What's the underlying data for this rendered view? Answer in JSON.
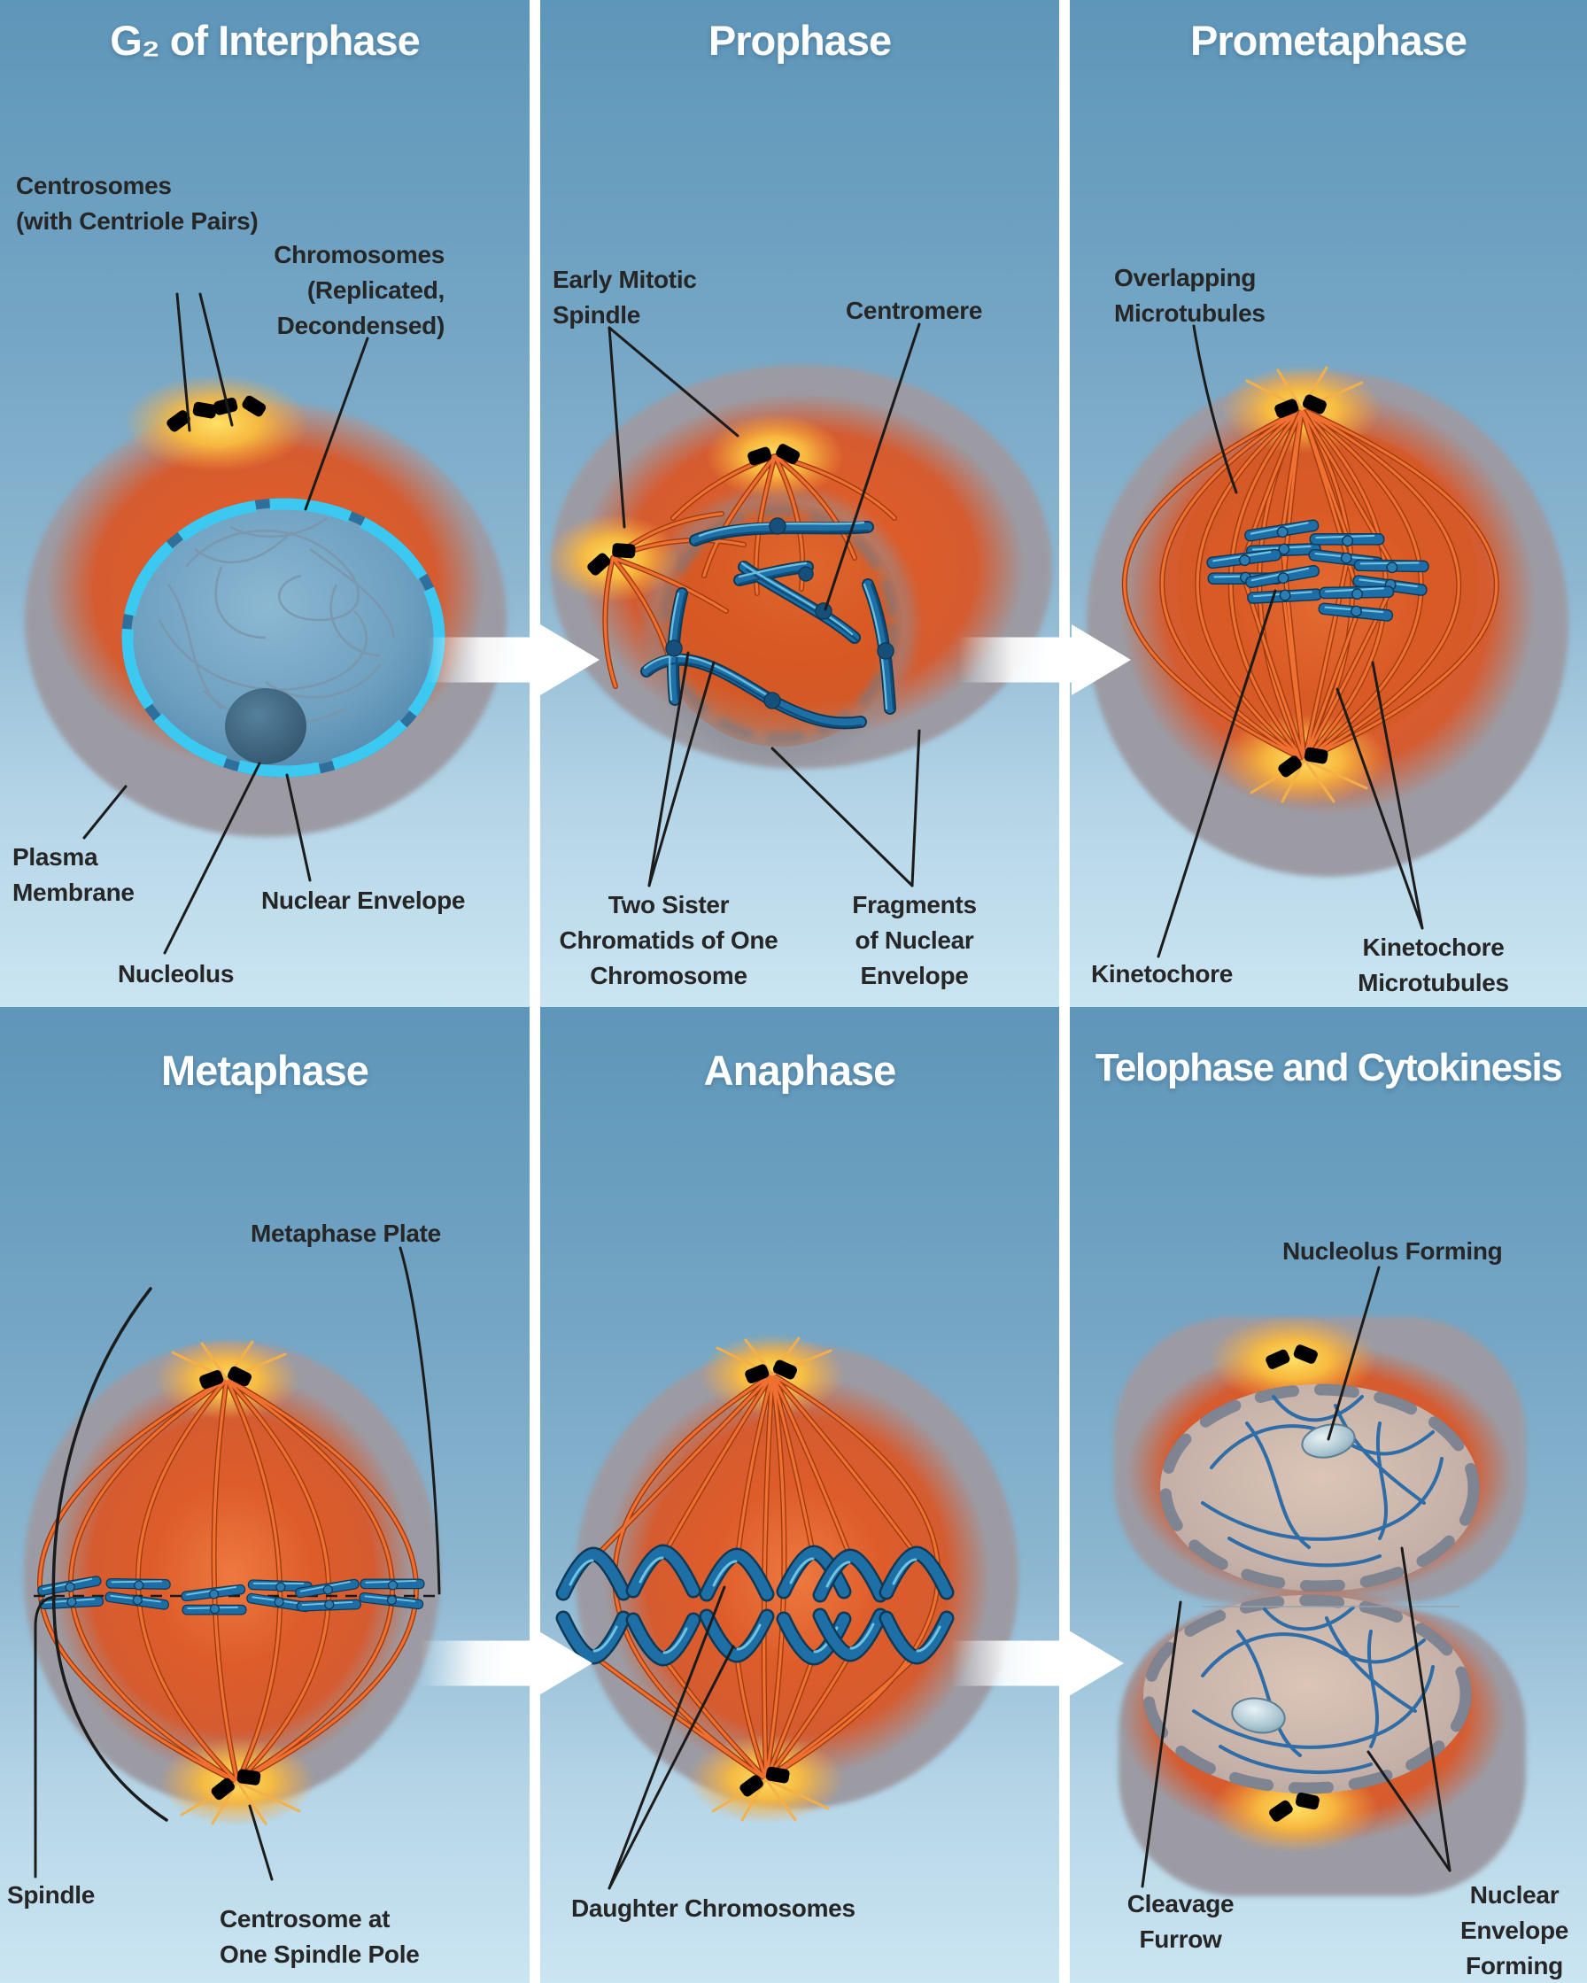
{
  "figure": "Stages of mitosis diagram",
  "colors": {
    "bg_top": "#5e96b9",
    "bg_mid": "#8db7d1",
    "bg_bottom": "#cbe5f2",
    "divider": "#ffffff",
    "title": "#ffffff",
    "label": "#262626",
    "leader": "#1c1c1c",
    "cell_gray": "#9c9ba3",
    "cell_orange": "#dd5c2a",
    "microtubule": "#ef7031",
    "chromosome_blue": "#1f6fa7",
    "chromosome_highlight": "#79cdea",
    "nuclear_envelope_cyan": "#3cc9f1",
    "nucleus_blue": "#6ea0c0",
    "nucleolus": "#3f6881",
    "centriole_orange": "#dc4c12",
    "glow_yellow": "#ffd957",
    "telophase_nucleus": "#c9b4ab"
  },
  "panels": [
    {
      "key": "g2_interphase",
      "title": "G₂ of Interphase",
      "labels": {
        "centrosomes": "Centrosomes\n(with Centriole Pairs)",
        "chromosomes": "Chromosomes\n(Replicated,\nDecondensed)",
        "plasma_membrane": "Plasma\nMembrane",
        "nuclear_envelope": "Nuclear Envelope",
        "nucleolus": "Nucleolus"
      }
    },
    {
      "key": "prophase",
      "title": "Prophase",
      "labels": {
        "early_mitotic_spindle": "Early Mitotic\nSpindle",
        "centromere": "Centromere",
        "two_sister_chromatids": "Two Sister\nChromatids of One\nChromosome",
        "fragments_of_nuclear_envelope": "Fragments\nof Nuclear\nEnvelope"
      }
    },
    {
      "key": "prometaphase",
      "title": "Prometaphase",
      "labels": {
        "overlapping_microtubules": "Overlapping\nMicrotubules",
        "kinetochore": "Kinetochore",
        "kinetochore_microtubules": "Kinetochore\nMicrotubules"
      }
    },
    {
      "key": "metaphase",
      "title": "Metaphase",
      "labels": {
        "metaphase_plate": "Metaphase Plate",
        "spindle": "Spindle",
        "centrosome_at_pole": "Centrosome at\nOne Spindle Pole"
      }
    },
    {
      "key": "anaphase",
      "title": "Anaphase",
      "labels": {
        "daughter_chromosomes": "Daughter Chromosomes"
      }
    },
    {
      "key": "telophase_cytokinesis",
      "title": "Telophase and Cytokinesis",
      "labels": {
        "nucleolus_forming": "Nucleolus Forming",
        "cleavage_furrow": "Cleavage\nFurrow",
        "nuclear_envelope_forming": "Nuclear\nEnvelope\nForming"
      }
    }
  ]
}
